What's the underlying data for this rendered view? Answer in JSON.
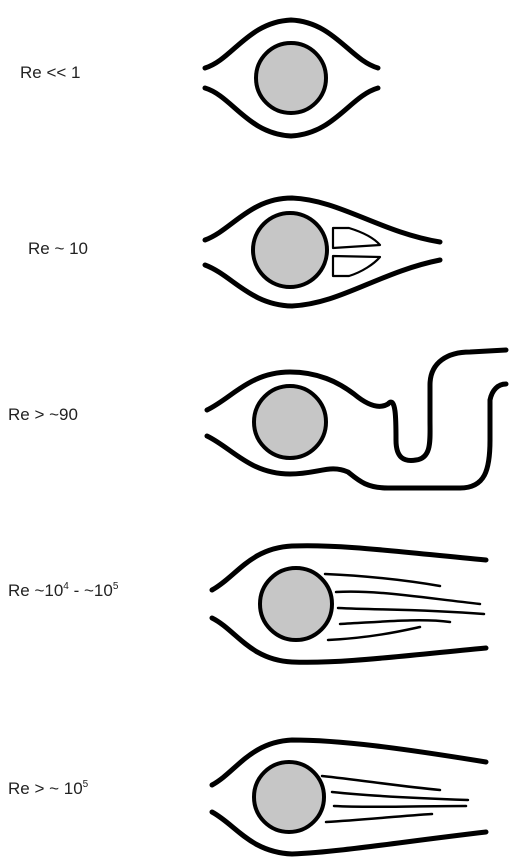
{
  "regimes": [
    {
      "id": "creeping",
      "label_prefix": "Re << 1",
      "exp1": "",
      "mid": "",
      "exp2": ""
    },
    {
      "id": "steady-eddies",
      "label_prefix": "Re ~ 10",
      "exp1": "",
      "mid": "",
      "exp2": ""
    },
    {
      "id": "vortex-street",
      "label_prefix": "Re > ~90",
      "exp1": "",
      "mid": "",
      "exp2": ""
    },
    {
      "id": "turbulent-wake",
      "label_prefix": "Re ~10",
      "exp1": "4",
      "mid": " - ~10",
      "exp2": "5"
    },
    {
      "id": "narrow-wake",
      "label_prefix": "Re > ~ 10",
      "exp1": "",
      "mid": "",
      "exp2": "5"
    }
  ],
  "colors": {
    "cylinder_fill": "#c6c6c6",
    "stroke": "#000000",
    "text": "#222222"
  }
}
